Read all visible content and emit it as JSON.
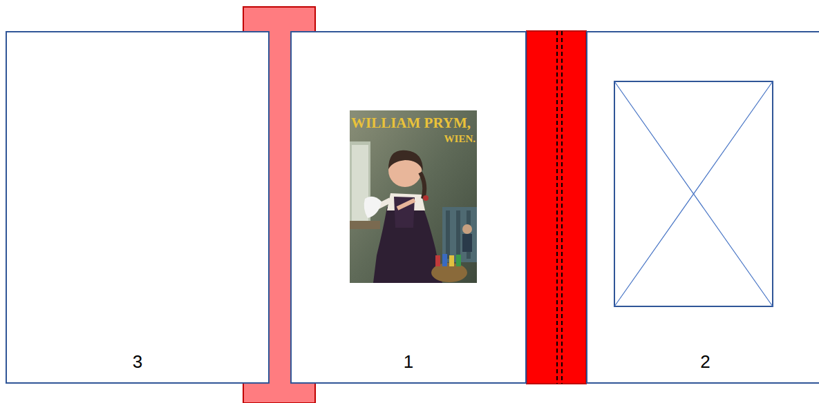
{
  "diagram": {
    "nodes": [
      {
        "text": [
          "3"
        ]
      },
      {
        "text": [
          "1"
        ]
      },
      {
        "text": [
          "2"
        ]
      }
    ],
    "labels": [
      "WILLIAM PRYM,",
      "WIEN."
    ]
  }
}
